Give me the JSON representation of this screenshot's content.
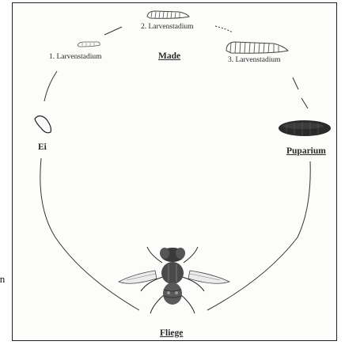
{
  "labels": {
    "center": "Made",
    "stage1": "1. Larvenstadium",
    "stage2": "2. Larvenstadium",
    "stage3": "3. Larvenstadium",
    "egg": "Ei",
    "puparium": "Puparium",
    "fly": "Fliege"
  },
  "left_edge_text": "en",
  "icons": {
    "stage1": "larva-small-icon",
    "stage2": "larva-medium-icon",
    "stage3": "larva-large-icon",
    "egg": "egg-icon",
    "puparium": "puparium-icon",
    "fly": "fly-icon"
  },
  "colors": {
    "line": "#333333",
    "puparium": "#2a2a2a",
    "background": "#fcfcfa"
  }
}
